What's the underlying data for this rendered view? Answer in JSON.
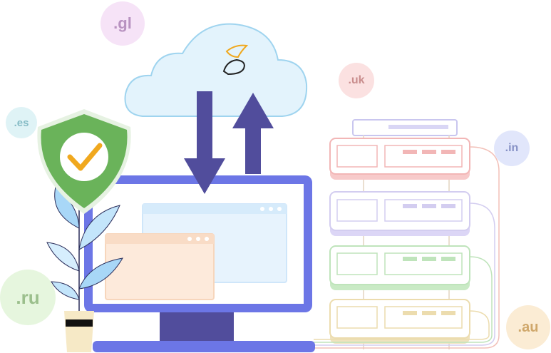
{
  "domains": [
    {
      "label": ".gl",
      "bg": "#f6e3f7",
      "fg": "#b892c0"
    },
    {
      "label": ".uk",
      "bg": "#fbe1e1",
      "fg": "#c98d8d"
    },
    {
      "label": ".es",
      "bg": "#dff3f6",
      "fg": "#86bcc6"
    },
    {
      "label": ".in",
      "bg": "#e1e6fb",
      "fg": "#8792c6"
    },
    {
      "label": ".ru",
      "bg": "#e6f6de",
      "fg": "#9bbf8c"
    },
    {
      "label": ".au",
      "bg": "#fbecd4",
      "fg": "#cfa76a"
    }
  ],
  "colors": {
    "monitor": "#6c76e6",
    "arrow": "#514d9c",
    "cloud": "#e3f3fc",
    "cloud_stroke": "#9fd4ef",
    "shield": "#6ab35a",
    "check": "#f0a81e",
    "server_red": "#f2b6b6",
    "server_purple": "#d3cdf0",
    "server_green": "#bfe4bb",
    "server_gold": "#ecdcae"
  },
  "icons": [
    "cloud-icon",
    "brand-logo-icon",
    "download-arrow-icon",
    "upload-arrow-icon",
    "shield-check-icon",
    "monitor-icon",
    "plant-icon",
    "server-rack-icon"
  ]
}
